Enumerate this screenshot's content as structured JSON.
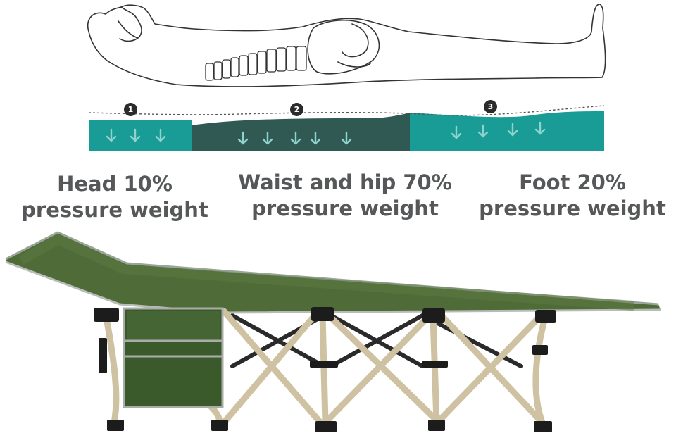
{
  "zones": [
    {
      "marker": "1",
      "title": "Head 10%",
      "subtitle": "pressure weight",
      "color": "#1a9c96"
    },
    {
      "marker": "2",
      "title": "Waist and hip 70%",
      "subtitle": "pressure weight",
      "color": "#2f5952"
    },
    {
      "marker": "3",
      "title": "Foot 20%",
      "subtitle": "pressure weight",
      "color": "#1a9c96"
    }
  ],
  "colors": {
    "label_text": "#555759",
    "cot_fabric": "#4f6b37",
    "cot_frame": "#cfc2a2",
    "figure_outline": "#333333"
  },
  "icons": [
    "sleeping-body-illustration",
    "down-arrow-icon",
    "folding-camping-cot-photo"
  ]
}
